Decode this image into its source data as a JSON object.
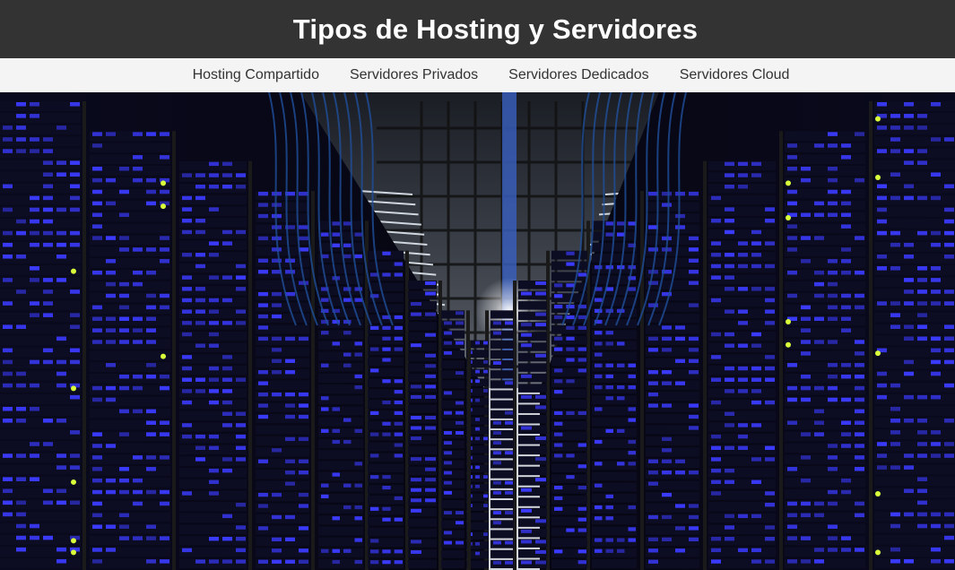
{
  "header": {
    "title": "Tipos de Hosting y Servidores"
  },
  "nav": {
    "items": [
      {
        "label": "Hosting Compartido"
      },
      {
        "label": "Servidores Privados"
      },
      {
        "label": "Servidores Dedicados"
      },
      {
        "label": "Servidores Cloud"
      }
    ]
  },
  "colors": {
    "header_bg": "#333333",
    "nav_bg": "#f4f4f4",
    "nav_text": "#333333",
    "server_led_blue": "#3b3bff",
    "server_led_green": "#d8ff3a"
  },
  "hero": {
    "image": "data-center-server-racks"
  }
}
